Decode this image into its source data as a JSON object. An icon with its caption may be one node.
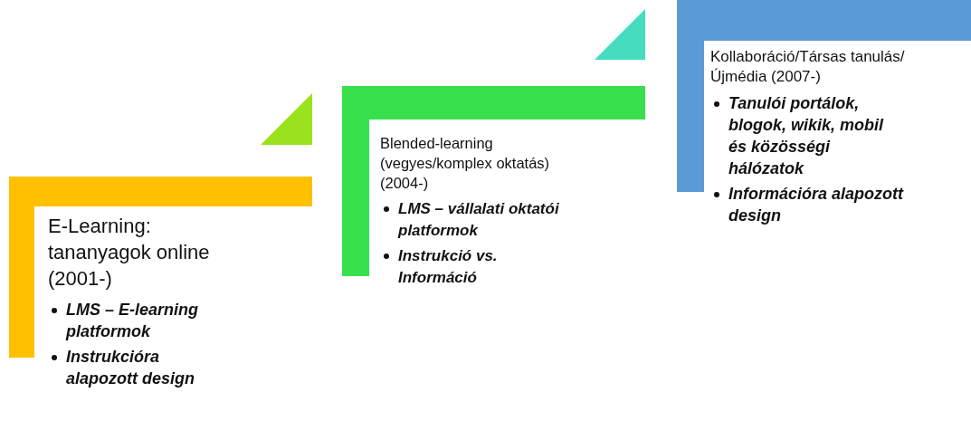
{
  "diagram": {
    "nodes": [
      {
        "text": [
          "E-Learning: tananyagok online (2001-)",
          "LMS – E-learning platformok",
          "Instrukcióra alapozott design"
        ]
      },
      {
        "text": [
          "Blended-learning (vegyes/komplex oktatás) (2004-)",
          "LMS – vállalati oktatói platformok",
          "Instrukció vs. Információ"
        ]
      },
      {
        "text": [
          "Kollaboráció/Társas tanulás/Újmédia (2007-)",
          "Tanulói portálok, blogok, wikik, mobil és közösségi hálózatok",
          "Információra alapozott design"
        ]
      }
    ],
    "edges": []
  }
}
